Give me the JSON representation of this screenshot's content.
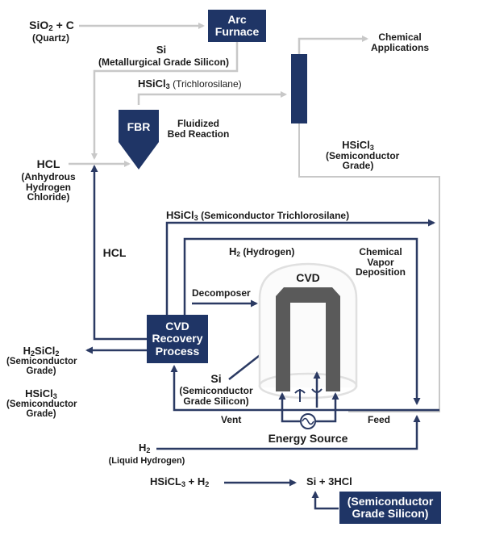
{
  "colors": {
    "navy": "#1f3566",
    "gray_line": "#c8c8c8",
    "electrode": "#5a5a5a",
    "dome": "#e0e0e0"
  },
  "inputs": {
    "sio2_formula": "SiO",
    "sio2_sub": "2",
    "sio2_rest": " + C",
    "quartz": "(Quartz)",
    "hcl_top": "HCL",
    "hcl_desc_1": "(Anhydrous",
    "hcl_desc_2": "Hydrogen",
    "hcl_desc_3": "Chloride)",
    "h2_pre": "H",
    "h2_sub": "2",
    "liquid_hydrogen": "(Liquid Hydrogen)"
  },
  "processes": {
    "arc_furnace_1": "Arc",
    "arc_furnace_2": "Furnace",
    "fbr": "FBR",
    "fbr_desc_1": "Fluidized",
    "fbr_desc_2": "Bed Reaction",
    "cvd_recovery_1": "CVD",
    "cvd_recovery_2": "Recovery",
    "cvd_recovery_3": "Process",
    "cvd": "CVD",
    "cvd_desc_1": "Chemical",
    "cvd_desc_2": "Vapor",
    "cvd_desc_3": "Deposition",
    "decomposer": "Decomposer",
    "energy_source": "Energy Source"
  },
  "flows": {
    "si_mg_1": "Si",
    "si_mg_2": "(Metallurgical Grade Silicon)",
    "hsicl3_tcs_pre": "HSiCl",
    "hsicl3_tcs_sub": "3",
    "hsicl3_tcs_rest": " (Trichlorosilane)",
    "chem_apps_1": "Chemical",
    "chem_apps_2": "Applications",
    "hsicl3_sg_pre": "HSiCl",
    "hsicl3_sg_sub": "3",
    "hsicl3_sg_1": "(Semiconductor",
    "hsicl3_sg_2": "Grade)",
    "hsicl3_semi_pre": "HSiCl",
    "hsicl3_semi_sub": "3",
    "hsicl3_semi_rest": " (Semiconductor Trichlorosilane)",
    "h2_hyd_pre": "H",
    "h2_hyd_sub": "2",
    "h2_hyd_rest": " (Hydrogen)",
    "hcl_return": "HCL",
    "h2sicl2_a": "H",
    "h2sicl2_b": "2",
    "h2sicl2_c": "SiCl",
    "h2sicl2_d": "2",
    "h2sicl2_desc_1": "(Semiconductor",
    "h2sicl2_desc_2": "Grade)",
    "hsicl3_out_pre": "HSiCl",
    "hsicl3_out_sub": "3",
    "hsicl3_out_1": "(Semiconductor",
    "hsicl3_out_2": "Grade)",
    "si_semi_1": "Si",
    "si_semi_2": "(Semiconductor",
    "si_semi_3": "Grade Silicon)",
    "vent": "Vent",
    "feed": "Feed"
  },
  "equation": {
    "lhs_pre": "HSiCL",
    "lhs_sub": "3",
    "lhs_mid": " + H",
    "lhs_sub2": "2",
    "rhs": "Si + 3HCl",
    "product_box_1": "(Semiconductor",
    "product_box_2": "Grade Silicon)"
  }
}
